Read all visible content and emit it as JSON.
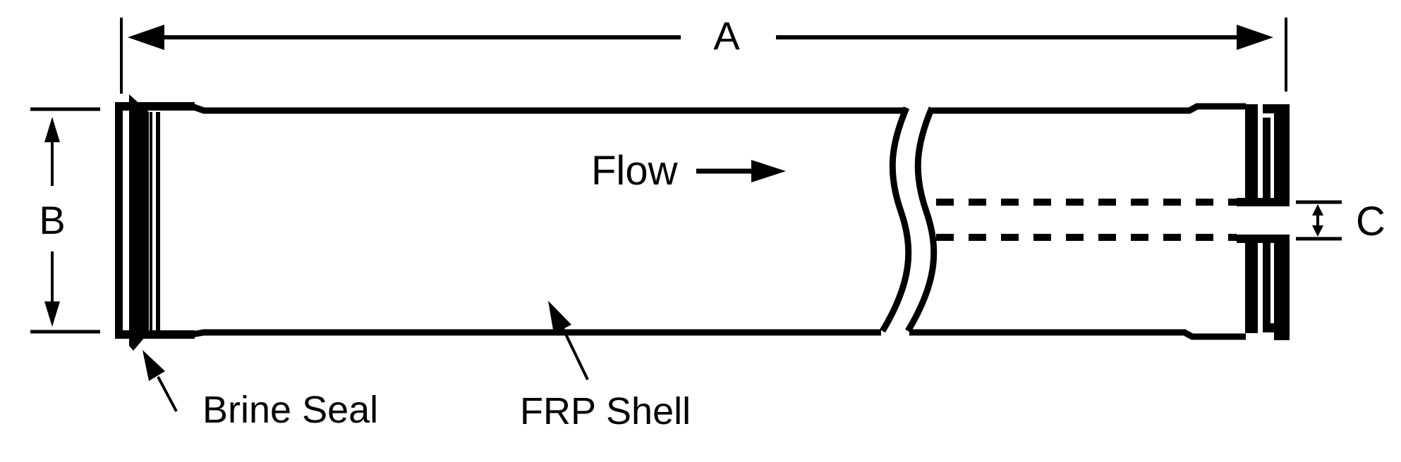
{
  "diagram": {
    "type": "technical-drawing",
    "subject": "membrane element with FRP shell and brine seal",
    "colors": {
      "line": "#000000",
      "background": "#ffffff"
    },
    "labels": {
      "dim_a": "A",
      "dim_b": "B",
      "dim_c": "C",
      "flow": "Flow",
      "brine_seal": "Brine Seal",
      "frp_shell": "FRP Shell"
    }
  }
}
